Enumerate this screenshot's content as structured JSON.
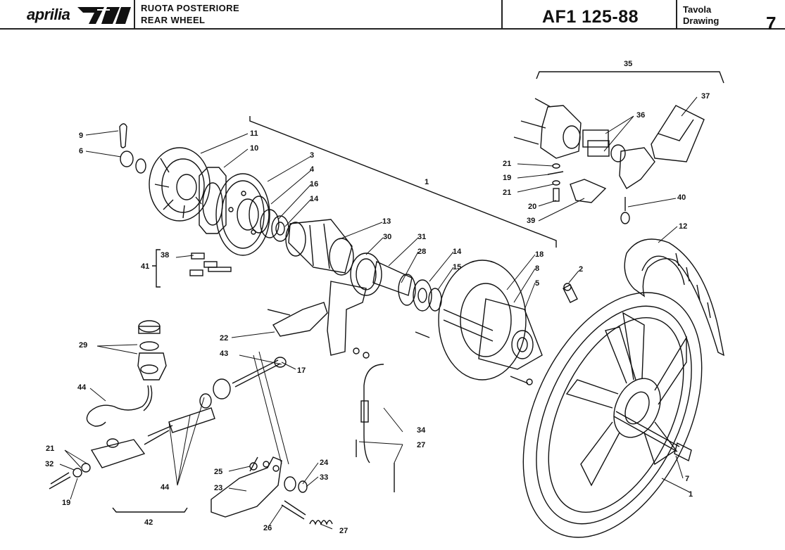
{
  "header": {
    "brand": "aprilia",
    "title_it": "RUOTA POSTERIORE",
    "title_en": "REAR WHEEL",
    "model": "AF1 125-88",
    "drawing_it": "Tavola",
    "drawing_en": "Drawing",
    "drawing_number": "7"
  },
  "callouts": {
    "c1a": "1",
    "c1b": "1",
    "c2": "2",
    "c3": "3",
    "c4": "4",
    "c5": "5",
    "c6": "6",
    "c7": "7",
    "c8": "8",
    "c9": "9",
    "c10": "10",
    "c11": "11",
    "c12": "12",
    "c13": "13",
    "c14a": "14",
    "c14b": "14",
    "c15": "15",
    "c16": "16",
    "c17": "17",
    "c18": "18",
    "c19a": "19",
    "c19b": "19",
    "c20": "20",
    "c21a": "21",
    "c21b": "21",
    "c21c": "21",
    "c22": "22",
    "c23": "23",
    "c24": "24",
    "c25": "25",
    "c26": "26",
    "c27a": "27",
    "c27b": "27",
    "c28": "28",
    "c29": "29",
    "c30": "30",
    "c31": "31",
    "c32": "32",
    "c33": "33",
    "c34": "34",
    "c35": "35",
    "c36": "36",
    "c37": "37",
    "c38": "38",
    "c39": "39",
    "c40": "40",
    "c41": "41",
    "c42": "42",
    "c43": "43",
    "c44a": "44",
    "c44b": "44"
  }
}
